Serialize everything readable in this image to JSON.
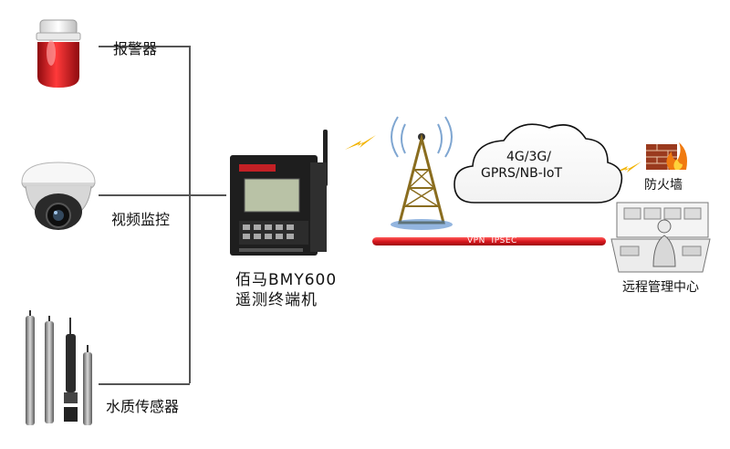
{
  "devices": {
    "alarm": {
      "label": "报警器",
      "icon": "siren-icon"
    },
    "camera": {
      "label": "视频监控",
      "icon": "dome-camera-icon"
    },
    "sensor": {
      "label": "水质传感器",
      "icon": "water-sensor-probes-icon"
    }
  },
  "terminal": {
    "label_line1": "佰马BMY600",
    "label_line2": "遥测终端机",
    "icon": "rtu-terminal-icon"
  },
  "network": {
    "cloud_line1": "4G/3G/",
    "cloud_line2": "GPRS/NB-IoT",
    "tower_icon": "cell-tower-icon",
    "cloud_icon": "cloud-icon"
  },
  "link": {
    "label": "VPN  IPSEC",
    "color": "#e0202a"
  },
  "firewall": {
    "label": "防火墙",
    "icon": "firewall-icon"
  },
  "center": {
    "label": "远程管理中心",
    "icon": "control-room-icon"
  },
  "colors": {
    "alarm_red": "#d8171e",
    "lightning": "#f2b300",
    "wire": "#555555"
  }
}
